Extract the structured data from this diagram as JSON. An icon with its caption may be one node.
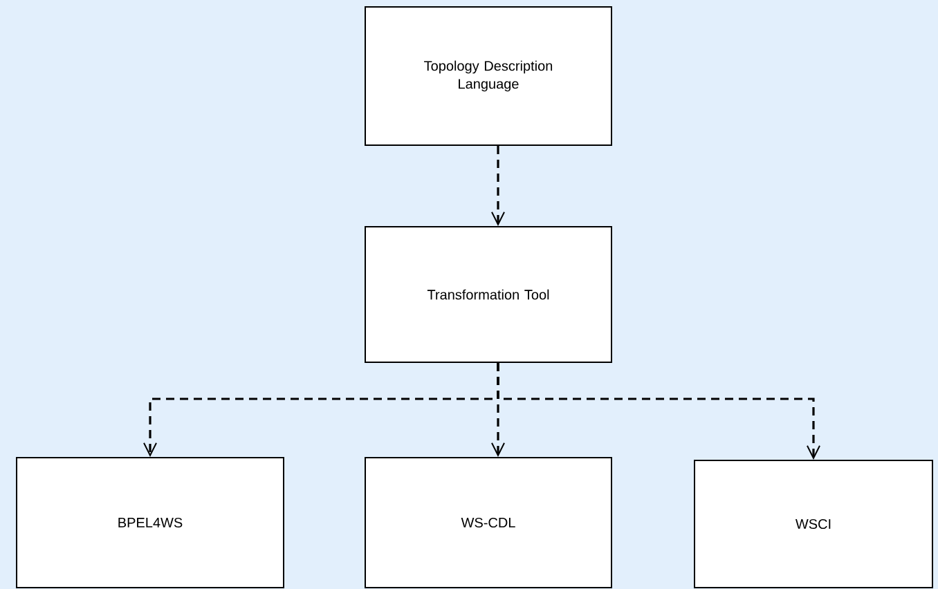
{
  "diagram": {
    "nodes": [
      {
        "text": [
          "Topology Description Language"
        ]
      },
      {
        "text": [
          "Transformation Tool"
        ]
      },
      {
        "text": [
          "BPEL4WS"
        ]
      },
      {
        "text": [
          "WS-CDL"
        ]
      },
      {
        "text": [
          "WSCI"
        ]
      }
    ],
    "edges": [
      {
        "from": 0,
        "to": 1,
        "arrow": "to",
        "style": "dashed"
      },
      {
        "from": 1,
        "to": 2,
        "arrow": "to",
        "style": "dashed"
      },
      {
        "from": 1,
        "to": 3,
        "arrow": "to",
        "style": "dashed"
      },
      {
        "from": 1,
        "to": 4,
        "arrow": "to",
        "style": "dashed"
      }
    ]
  }
}
